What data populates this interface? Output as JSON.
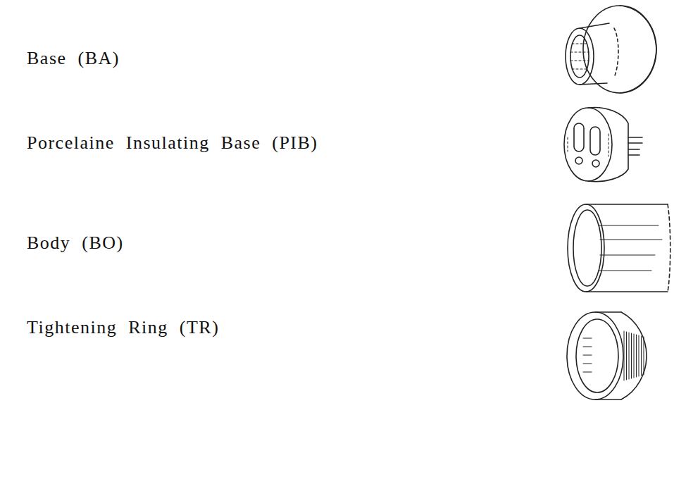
{
  "diagram": {
    "labels": [
      "Base (BA)",
      "Porcelaine Insulating Base (PIB)",
      "Body (BO)",
      "Tightening Ring (TR)"
    ]
  }
}
